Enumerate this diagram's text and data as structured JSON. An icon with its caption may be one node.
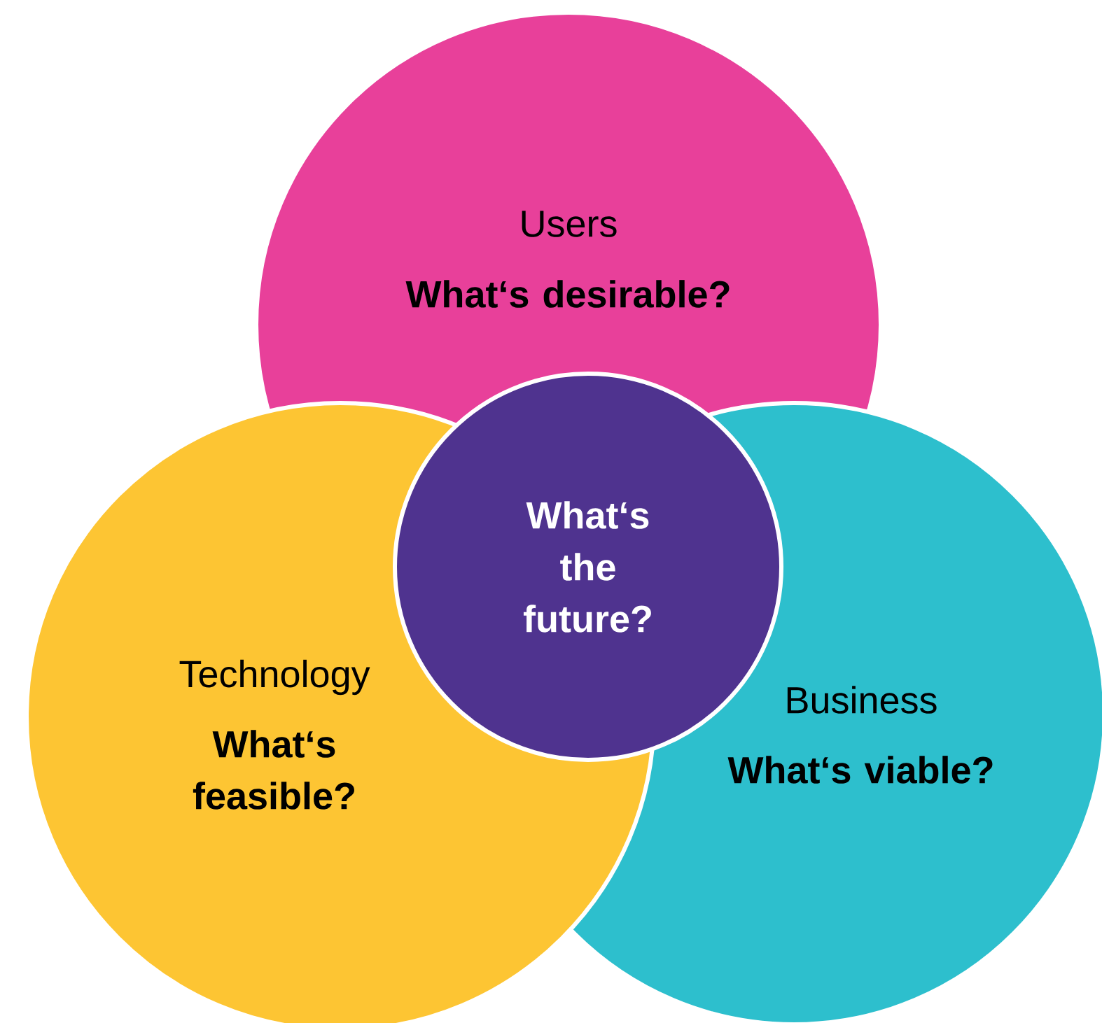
{
  "diagram": {
    "nodes": [
      {
        "text": [
          "Users",
          "What‘s desirable?"
        ]
      },
      {
        "text": [
          "Technology",
          "What‘s feasible?"
        ]
      },
      {
        "text": [
          "Business",
          "What‘s viable?"
        ]
      },
      {
        "text": [
          "What‘s the future?"
        ]
      }
    ]
  }
}
